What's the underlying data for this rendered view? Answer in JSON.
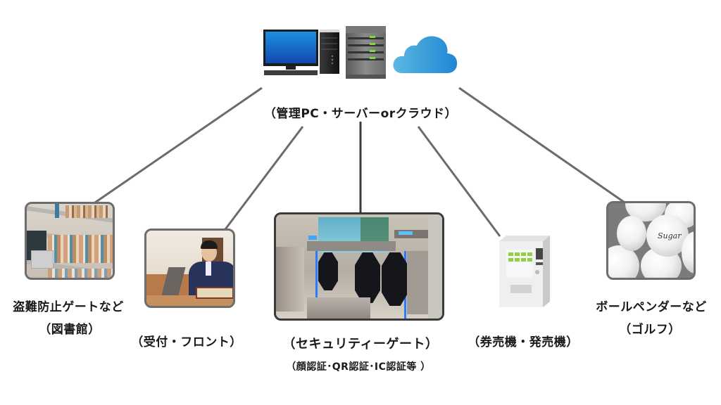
{
  "hub": {
    "icons": [
      "desktop-pc-icon",
      "server-icon",
      "cloud-icon"
    ],
    "label": "（管理PC・サーバーorクラウド）"
  },
  "nodes": [
    {
      "id": "library",
      "image": "library-bookshelf-photo",
      "label": "盗難防止ゲートなど",
      "sublabel": "（図書館）"
    },
    {
      "id": "reception",
      "image": "reception-front-desk-photo",
      "label": "（受付・フロント）"
    },
    {
      "id": "security-gate",
      "image": "security-gate-photo",
      "label": "（セキュリティーゲート）",
      "sublabel": "（顔認証･QR認証･IC認証等 ）"
    },
    {
      "id": "ticket-machine",
      "image": "ticket-vending-machine-icon",
      "label": "（券売機・発売機）"
    },
    {
      "id": "ball-vendor",
      "image": "golf-balls-photo",
      "label": "ボールペンダーなど",
      "sublabel": "（ゴルフ）"
    }
  ],
  "colors": {
    "connector": "#6b6b6b",
    "center_connector": "#3a3a3a",
    "frame": "#6d6d6d",
    "cloud": "#2f9ad8",
    "monitor_screen": "#1a6fd0",
    "server_led": "#7ddc3a",
    "machine_button": "#8fd13f"
  }
}
